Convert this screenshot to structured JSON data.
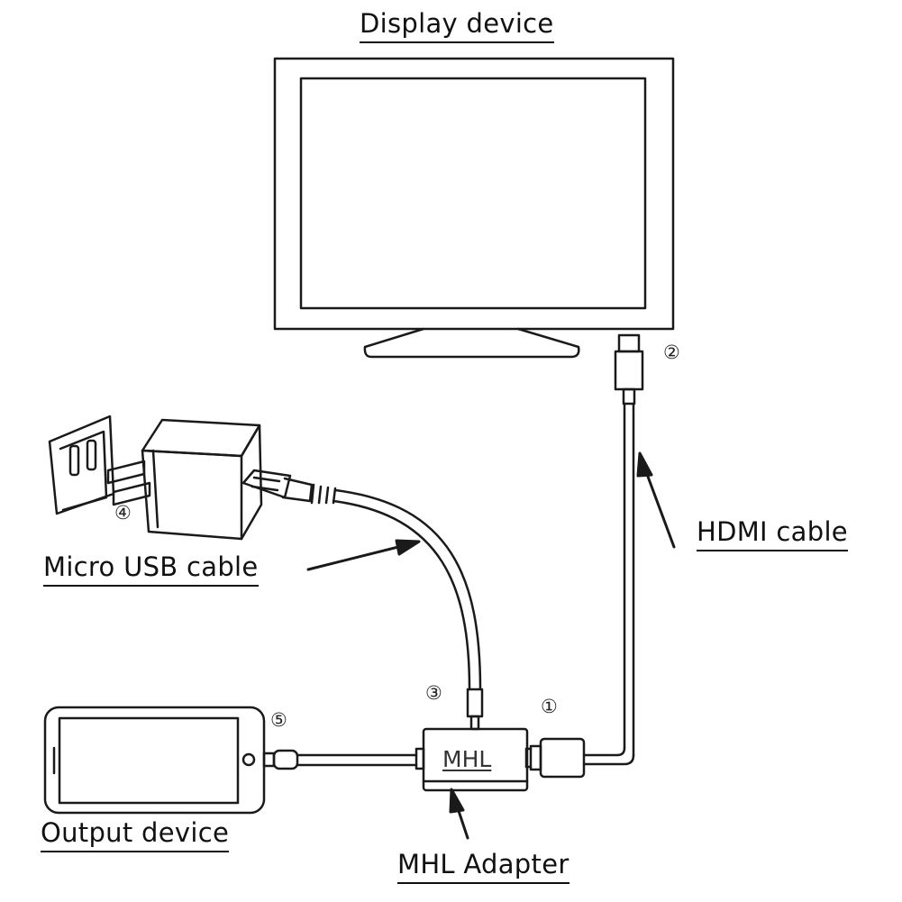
{
  "labels": {
    "display": "Display device",
    "hdmi": "HDMI cable",
    "micro_usb": "Micro USB cable",
    "output": "Output device",
    "adapter": "MHL Adapter"
  },
  "adapter_text": "MHL",
  "markers": {
    "m1": "①",
    "m2": "②",
    "m3": "③",
    "m4": "④",
    "m5": "⑤"
  }
}
